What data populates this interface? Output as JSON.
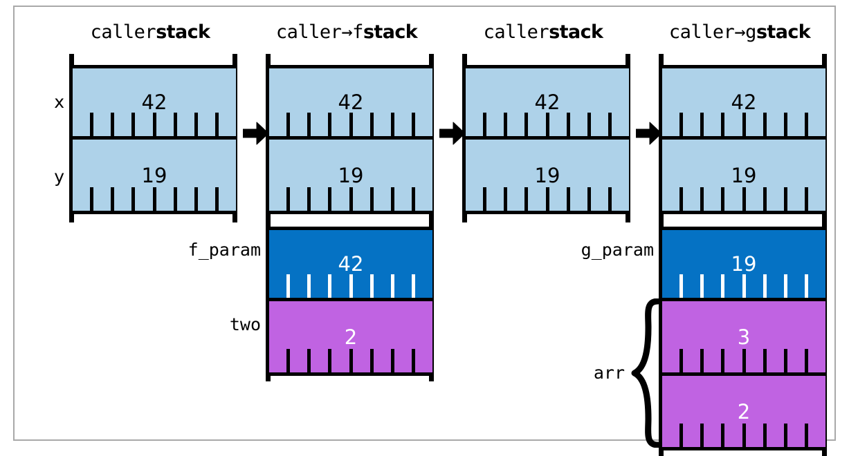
{
  "diagram": {
    "title": "stack frame diagram",
    "colors": {
      "cell_light": "#AED2E9",
      "cell_blue": "#0572C4",
      "cell_magenta": "#C063E2",
      "stroke": "#000000",
      "frame_border": "#A8A8A8",
      "background": "#FFFFFF"
    },
    "columns": [
      {
        "id": "col-caller-1",
        "title_mono": "caller",
        "title_bold": "stack",
        "groups": [
          {
            "id": "caller-locals",
            "cells": [
              {
                "label": "x",
                "value": "42",
                "fill": "cell_light",
                "text_color": "#000000",
                "tick_color": "#000000"
              },
              {
                "label": "y",
                "value": "19",
                "fill": "cell_light",
                "text_color": "#000000",
                "tick_color": "#000000"
              }
            ]
          }
        ]
      },
      {
        "id": "col-caller-f",
        "title_mono": "caller→f",
        "title_bold": "stack",
        "groups": [
          {
            "id": "caller-locals",
            "cells": [
              {
                "label": "",
                "value": "42",
                "fill": "cell_light",
                "text_color": "#000000",
                "tick_color": "#000000"
              },
              {
                "label": "",
                "value": "19",
                "fill": "cell_light",
                "text_color": "#000000",
                "tick_color": "#000000"
              }
            ]
          },
          {
            "id": "f-frame",
            "cells": [
              {
                "label": "f_param",
                "value": "42",
                "fill": "cell_blue",
                "text_color": "#FFFFFF",
                "tick_color": "#FFFFFF"
              },
              {
                "label": "two",
                "value": "2",
                "fill": "cell_magenta",
                "text_color": "#FFFFFF",
                "tick_color": "#000000"
              }
            ]
          }
        ]
      },
      {
        "id": "col-caller-2",
        "title_mono": "caller",
        "title_bold": "stack",
        "groups": [
          {
            "id": "caller-locals",
            "cells": [
              {
                "label": "",
                "value": "42",
                "fill": "cell_light",
                "text_color": "#000000",
                "tick_color": "#000000"
              },
              {
                "label": "",
                "value": "19",
                "fill": "cell_light",
                "text_color": "#000000",
                "tick_color": "#000000"
              }
            ]
          }
        ]
      },
      {
        "id": "col-caller-g",
        "title_mono": "caller→g",
        "title_bold": "stack",
        "groups": [
          {
            "id": "caller-locals",
            "cells": [
              {
                "label": "",
                "value": "42",
                "fill": "cell_light",
                "text_color": "#000000",
                "tick_color": "#000000"
              },
              {
                "label": "",
                "value": "19",
                "fill": "cell_light",
                "text_color": "#000000",
                "tick_color": "#000000"
              }
            ]
          },
          {
            "id": "g-frame",
            "cells": [
              {
                "label": "g_param",
                "value": "19",
                "fill": "cell_blue",
                "text_color": "#FFFFFF",
                "tick_color": "#FFFFFF"
              },
              {
                "label": "",
                "value": "3",
                "fill": "cell_magenta",
                "text_color": "#FFFFFF",
                "tick_color": "#000000"
              },
              {
                "label": "",
                "value": "2",
                "fill": "cell_magenta",
                "text_color": "#FFFFFF",
                "tick_color": "#000000"
              }
            ]
          }
        ]
      }
    ],
    "brace_label": "arr",
    "arrows": [
      "arrow-1",
      "arrow-2",
      "arrow-3"
    ],
    "ticks_per_cell": 7
  }
}
